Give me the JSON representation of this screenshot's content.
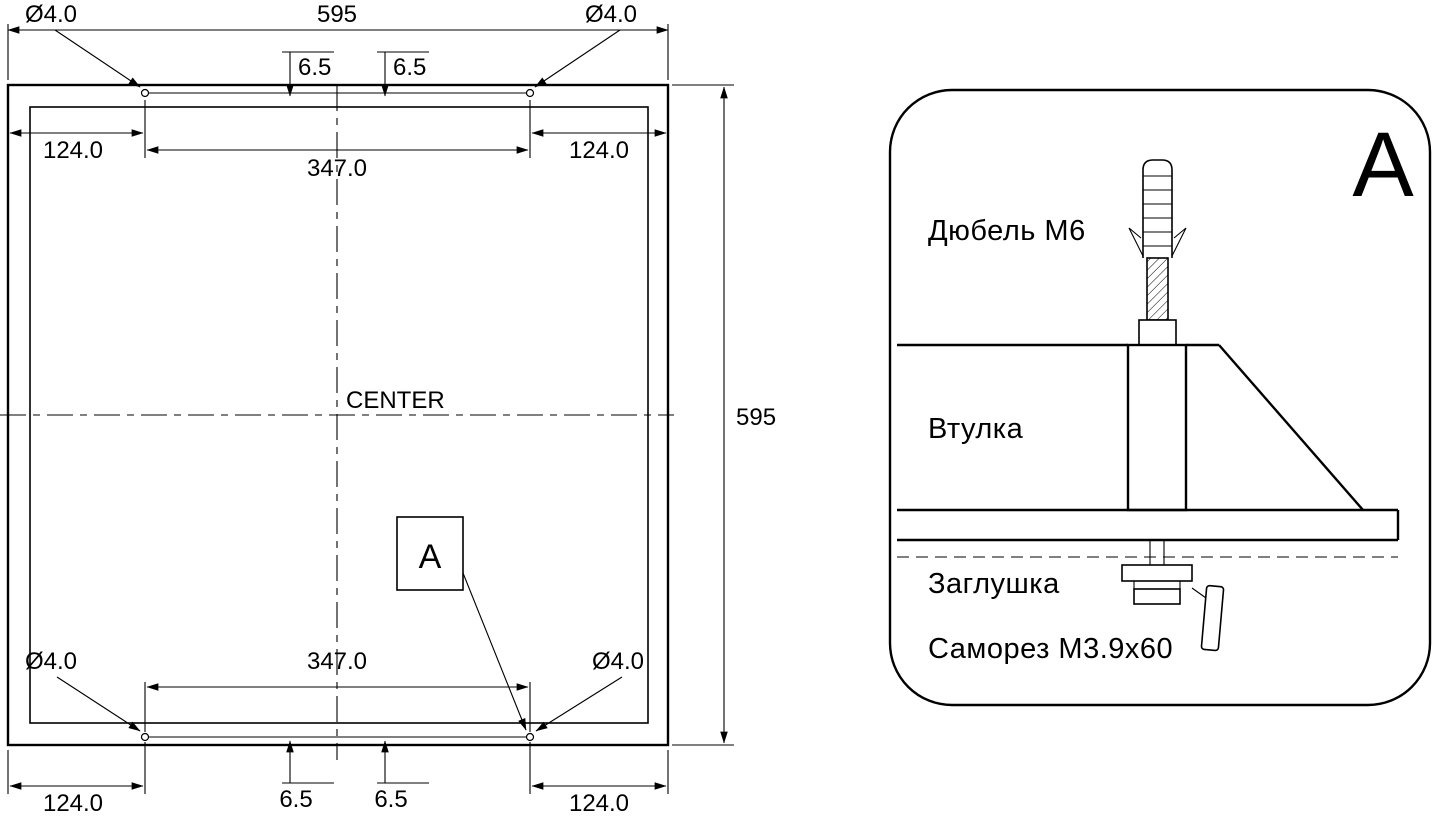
{
  "panel_drawing": {
    "overall_width": "595",
    "overall_height": "595",
    "center_label": "CENTER",
    "detail_callout": "A",
    "holes": {
      "top_left_dia": "Ø4.0",
      "top_right_dia": "Ø4.0",
      "bottom_left_dia": "Ø4.0",
      "bottom_right_dia": "Ø4.0"
    },
    "dims": {
      "top_left_edge": "124.0",
      "top_right_edge": "124.0",
      "top_span": "347.0",
      "top_offset_left": "6.5",
      "top_offset_right": "6.5",
      "bottom_left_edge": "124.0",
      "bottom_right_edge": "124.0",
      "bottom_span": "347.0",
      "bottom_offset_left": "6.5",
      "bottom_offset_right": "6.5"
    }
  },
  "detail_view": {
    "title": "A",
    "parts": {
      "dowel": "Дюбель М6",
      "bushing": "Втулка",
      "plug": "Заглушка",
      "screw": "Саморез М3.9х60"
    }
  }
}
